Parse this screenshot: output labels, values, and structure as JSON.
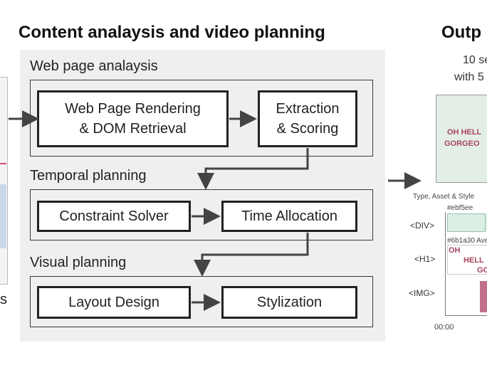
{
  "titles": {
    "main": "Content analaysis and video planning",
    "output": "Outp"
  },
  "sections": {
    "web": {
      "label": "Web page analaysis",
      "rendering_line1": "Web Page Rendering",
      "rendering_line2": "& DOM Retrieval",
      "extraction_line1": "Extraction",
      "extraction_line2": "& Scoring"
    },
    "temporal": {
      "label": "Temporal planning",
      "solver": "Constraint Solver",
      "allocation": "Time Allocation"
    },
    "visual": {
      "label": "Visual planning",
      "layout": "Layout Design",
      "stylization": "Stylization"
    }
  },
  "left_edge": {
    "caption_fragment": "s"
  },
  "output": {
    "summary_line1": "10 se",
    "summary_line2": "with 5",
    "preview_line1": "OH HELL",
    "preview_line2": "GORGEO",
    "timeline_caption": "Type, Asset & Style",
    "color_code_1": "#ebf5ee",
    "color_code_2": "#6b1a30 Ave",
    "timeline_text_1": "OH",
    "timeline_text_2": "HELL",
    "timeline_text_3": "GO",
    "row_labels": [
      "<DIV>",
      "<H1>",
      "<IMG>"
    ],
    "time_start": "00:00"
  },
  "colors": {
    "panel_bg": "#efefef",
    "preview_bg": "#e3efe6",
    "preview_text": "#a8455e",
    "timeline_green": "#dcefe2",
    "timeline_pink": "#c2708a"
  }
}
